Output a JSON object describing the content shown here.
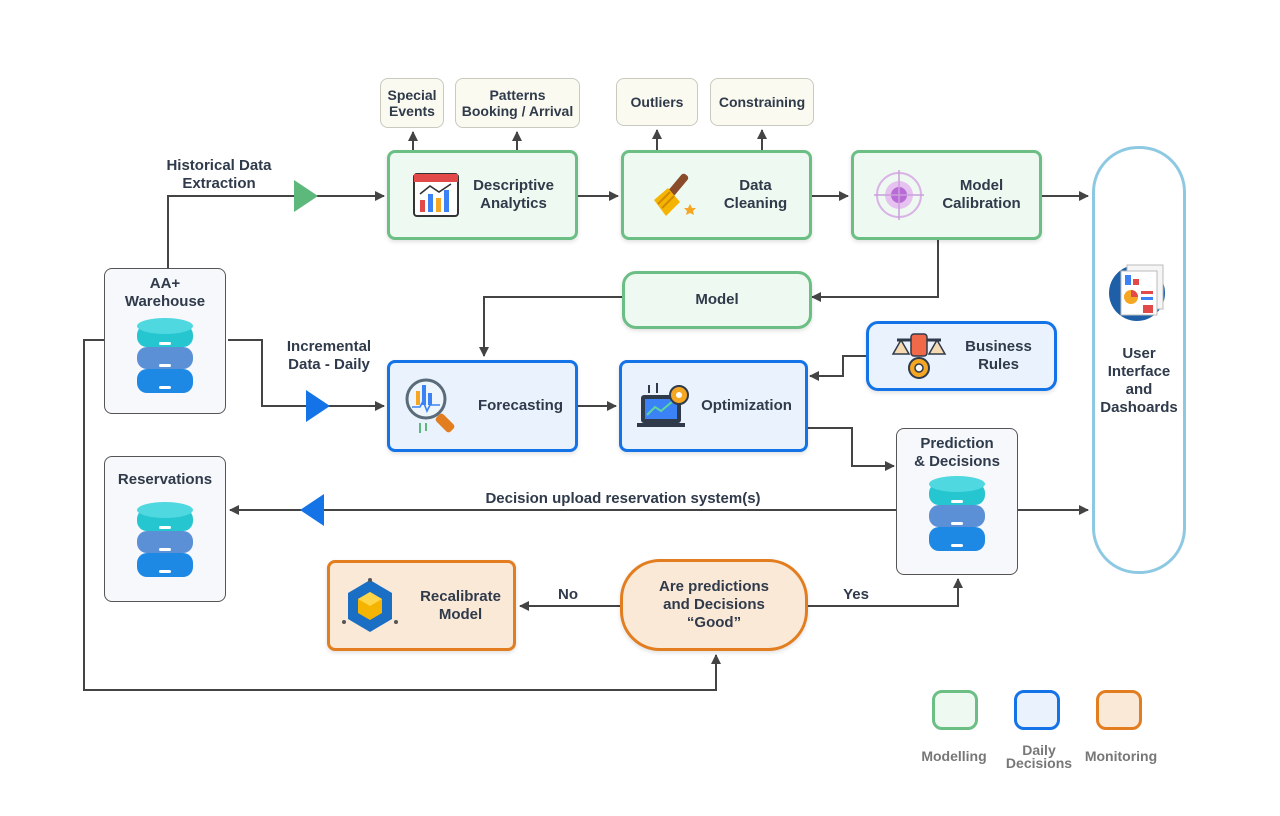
{
  "notes": {
    "special_events": "Special\nEvents",
    "patterns": "Patterns\nBooking / Arrival",
    "outliers": "Outliers",
    "constraining": "Constraining"
  },
  "steps": {
    "descriptive": "Descriptive\nAnalytics",
    "cleaning": "Data\nCleaning",
    "calibration": "Model\nCalibration",
    "model": "Model",
    "forecasting": "Forecasting",
    "optimization": "Optimization",
    "business_rules": "Business\nRules",
    "recalibrate": "Recalibrate\nModel",
    "decision_question": "Are predictions\nand Decisions\n“Good”"
  },
  "stores": {
    "warehouse": "AA+\nWarehouse",
    "reservations": "Reservations",
    "prediction": "Prediction\n& Decisions"
  },
  "ui_panel": "User\nInterface\nand\nDashoards",
  "edge_labels": {
    "historical": "Historical Data\nExtraction",
    "incremental": "Incremental\nData - Daily",
    "decision_upload": "Decision upload reservation system(s)",
    "no": "No",
    "yes": "Yes"
  },
  "legend": {
    "modelling": "Modelling",
    "daily": "Daily\nDecisions",
    "monitoring": "Monitoring"
  },
  "colors": {
    "modelling": "#6cbf84",
    "daily": "#1473e6",
    "monitoring": "#e27d20",
    "ui_border": "#8ec9e3",
    "connector": "#444444"
  }
}
